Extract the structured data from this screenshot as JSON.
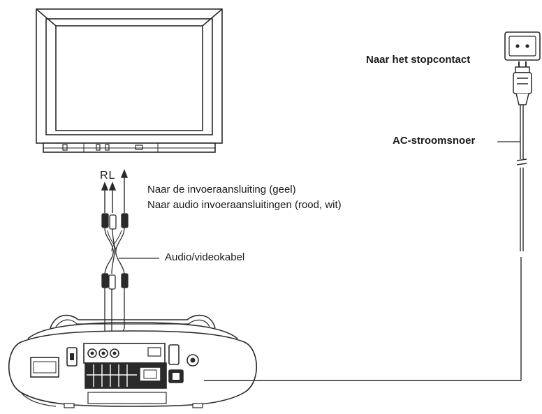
{
  "labels": {
    "outlet": "Naar het stopcontact",
    "power_cord": "AC-stroomsnoer",
    "channels": "RL",
    "video_input": "Naar de invoeraansluiting (geel)",
    "audio_input": "Naar audio invoeraansluitingen (rood, wit)",
    "av_cable": "Audio/videokabel"
  },
  "colors": {
    "line": "#2a2a2a",
    "background": "#ffffff"
  }
}
